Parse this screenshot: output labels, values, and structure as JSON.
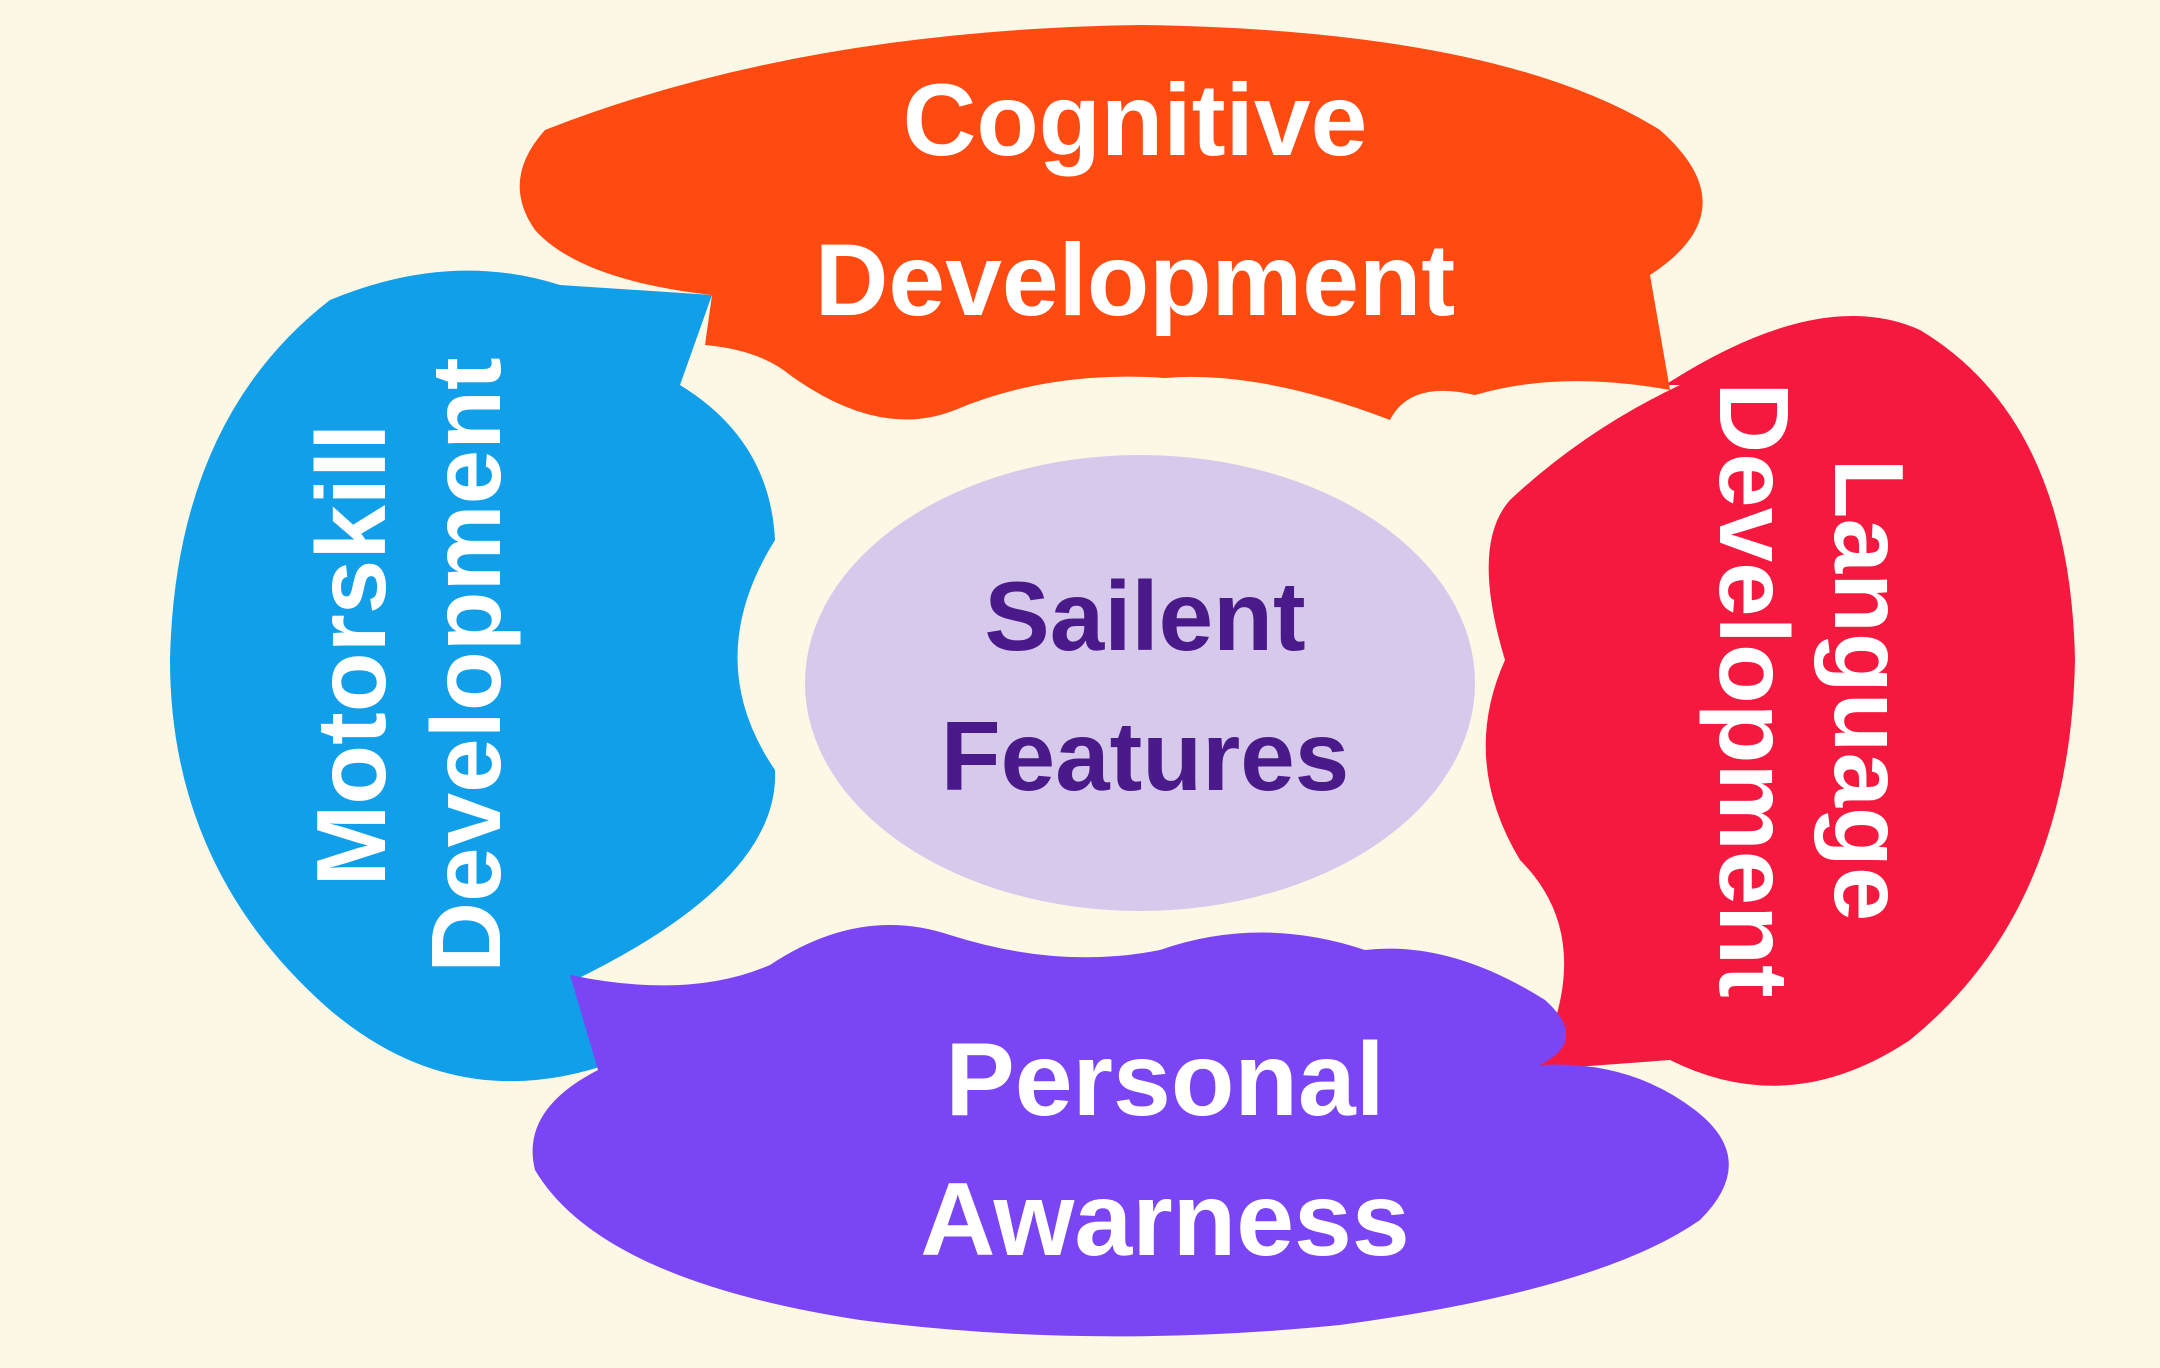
{
  "center": {
    "line1": "Sailent",
    "line2": "Features",
    "fill": "#d7c9ec",
    "text_color": "#4b1a8a"
  },
  "petals": {
    "top": {
      "line1": "Cognitive",
      "line2": "Development",
      "fill": "#ff4a12",
      "text_color": "#ffffff"
    },
    "right": {
      "line1": "Language",
      "line2": "Development",
      "fill": "#f5193f",
      "text_color": "#ffffff"
    },
    "bottom": {
      "line1": "Personal",
      "line2": "Awarness",
      "fill": "#7b45f5",
      "text_color": "#ffffff"
    },
    "left": {
      "line1": "Motorskill",
      "line2": "Development",
      "fill": "#119fea",
      "text_color": "#ffffff"
    }
  },
  "background": "#fdf7e6"
}
